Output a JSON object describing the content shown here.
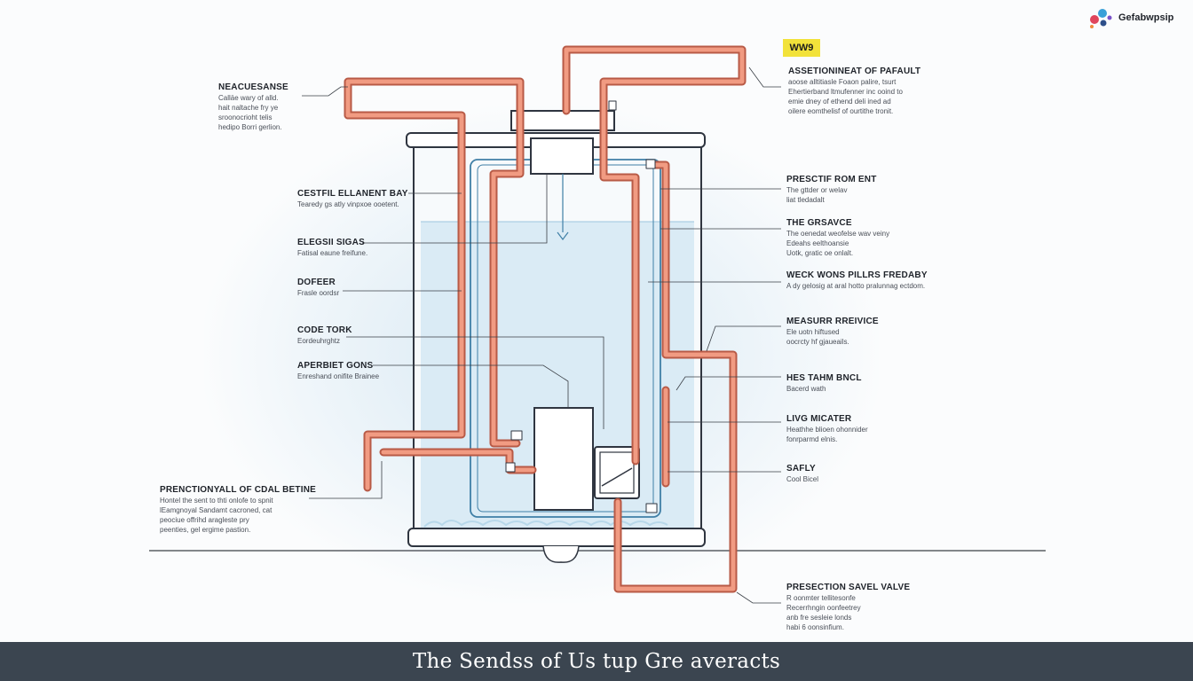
{
  "brand": {
    "name": "Gefabwpsip",
    "logo_icon": "molecule-logo-icon"
  },
  "badge": {
    "label": "WW9",
    "color": "#f2e23a"
  },
  "footer": {
    "title": "The Sendss of Us tup Gre averacts"
  },
  "colors": {
    "pipe": "#e8836a",
    "water": "#d7eaf5",
    "inner_tube": "#3f7fa6",
    "footer_bar": "#3b4550"
  },
  "callouts_left": [
    {
      "title": "NEACUESANSE",
      "desc": "Calläe wary of alld.\nhait naltache fry ye\nsroonocrioht telis\nhedipo Borri gerlion."
    },
    {
      "title": "CESTFIL ELLANENT BAY",
      "desc": "Tearedy gs atly vinpxoe ooetent."
    },
    {
      "title": "ELEGSII SIGAS",
      "desc": "Fatisal eaune freifune."
    },
    {
      "title": "DOFEER",
      "desc": "Frasle oordsr"
    },
    {
      "title": "CODE TORK",
      "desc": "Eordeuhrghtz"
    },
    {
      "title": "APERBIET GONS",
      "desc": "Enreshand onifite Brainee"
    },
    {
      "title": "PRENCTIONYALL OF CDAL BETINE",
      "desc": "Hontel the sent to thti onlofe to spnit\nlEamgnoyal Sandamt cacroned, cat\npeociue offrihd aragleste pry\npeenties, gel ergime pastion."
    }
  ],
  "callouts_right": [
    {
      "title": "ASSETIONINEAT OF PAFAULT",
      "desc": "aoose alltitiasle Foaon palire, tsurt\nEhertierband ltmufenner inc ooind to\nemie dney of ethend deli ined ad\noilere eomthelisf of ourtithe tronit."
    },
    {
      "title": "PRESCTIF ROM ENT",
      "desc": "The gttder or welav\nliat tledadalt"
    },
    {
      "title": "THE GRSAVCE",
      "desc": "The oenedat weofelse wav veiny\nEdeahs eelthoansie\nUotk, gratic oe onlalt."
    },
    {
      "title": "WECK WONS PILLRS FREDABY",
      "desc": "A dy gelosig at aral hotto pralunnag ectdom."
    },
    {
      "title": "MEASURR RREIVICE",
      "desc": "Ele uotn hiftused\noocrcty hf gjaueails."
    },
    {
      "title": "HES TAHM BNCL",
      "desc": "Bacerd wath"
    },
    {
      "title": "LIVG MICATER",
      "desc": "Heathhe blioen ohonnider\nfonrparmd elnis."
    },
    {
      "title": "SAFLY",
      "desc": "Cool Bicel"
    },
    {
      "title": "PRESECTION SAVEL VALVE",
      "desc": "R oonmter tellitesonfe\nRecerrhngin oonfeetrey\nanb fre sesleie londs\nhabi 6 oonsinfium."
    }
  ]
}
